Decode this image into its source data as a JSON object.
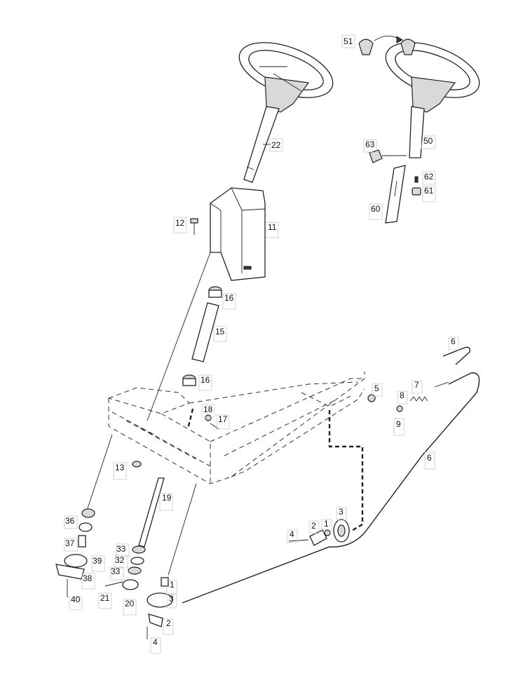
{
  "callouts": [
    {
      "id": "c51",
      "text": "51"
    },
    {
      "id": "c22",
      "text": "22"
    },
    {
      "id": "c50",
      "text": "50"
    },
    {
      "id": "c63",
      "text": "63"
    },
    {
      "id": "c62",
      "text": "62"
    },
    {
      "id": "c61",
      "text": "61"
    },
    {
      "id": "c60",
      "text": "60"
    },
    {
      "id": "c12",
      "text": "12"
    },
    {
      "id": "c11",
      "text": "11"
    },
    {
      "id": "c16a",
      "text": "16"
    },
    {
      "id": "c15",
      "text": "15"
    },
    {
      "id": "c16b",
      "text": "16"
    },
    {
      "id": "c6a",
      "text": "6"
    },
    {
      "id": "c7",
      "text": "7"
    },
    {
      "id": "c5",
      "text": "5"
    },
    {
      "id": "c8",
      "text": "8"
    },
    {
      "id": "c9",
      "text": "9"
    },
    {
      "id": "c18",
      "text": "18"
    },
    {
      "id": "c17",
      "text": "17"
    },
    {
      "id": "c6b",
      "text": "6"
    },
    {
      "id": "c13",
      "text": "13"
    },
    {
      "id": "c19",
      "text": "19"
    },
    {
      "id": "c36",
      "text": "36"
    },
    {
      "id": "c37",
      "text": "37"
    },
    {
      "id": "c39",
      "text": "39"
    },
    {
      "id": "c38",
      "text": "38"
    },
    {
      "id": "c40",
      "text": "40"
    },
    {
      "id": "c33a",
      "text": "33"
    },
    {
      "id": "c32",
      "text": "32"
    },
    {
      "id": "c33b",
      "text": "33"
    },
    {
      "id": "c21",
      "text": "21"
    },
    {
      "id": "c20",
      "text": "20"
    },
    {
      "id": "c1a",
      "text": "1"
    },
    {
      "id": "c3a",
      "text": "3"
    },
    {
      "id": "c2a",
      "text": "2"
    },
    {
      "id": "c4a",
      "text": "4"
    },
    {
      "id": "c4b",
      "text": "4"
    },
    {
      "id": "c2b",
      "text": "2"
    },
    {
      "id": "c1b",
      "text": "1"
    },
    {
      "id": "c3b",
      "text": "3"
    }
  ]
}
